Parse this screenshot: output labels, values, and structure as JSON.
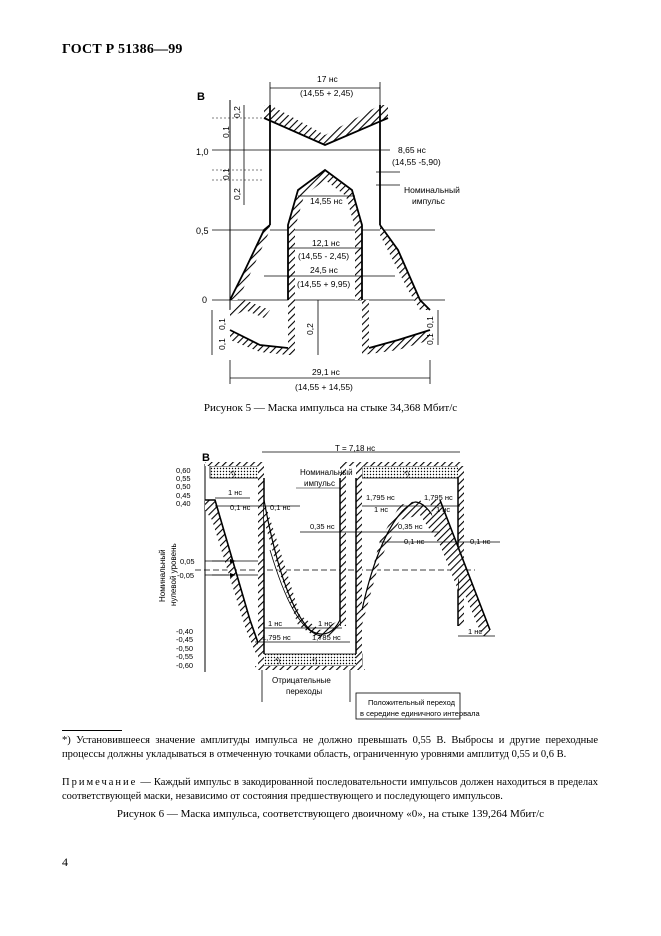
{
  "header": {
    "doc_id": "ГОСТ Р 51386—99"
  },
  "figure5": {
    "axis_v": "В",
    "y_ticks": [
      "1,0",
      "0,5",
      "0"
    ],
    "dims": {
      "top": "17 нс",
      "top_sub": "(14,55 + 2,45)",
      "right": "8,65 нс",
      "right_sub": "(14,55 -5,90)",
      "inner_top": "14,55 нс",
      "mid1": "12,1 нс",
      "mid1_sub": "(14,55 - 2,45)",
      "mid2": "24,5 нс",
      "mid2_sub": "(14,55 + 9,95)",
      "bottom": "29,1 нс",
      "bottom_sub": "(14,55 + 14,55)"
    },
    "left_dims": [
      "0,2",
      "0,1",
      "0,1",
      "0,2"
    ],
    "low_dims": [
      "0,1",
      "0,1",
      "0,2",
      "0,1",
      "0,1"
    ],
    "nominal": [
      "Номинальный",
      "импульс"
    ],
    "caption": "Рисунок 5 — Маска импульса на стыке 34,368 Мбит/с"
  },
  "figure6": {
    "axis_v": "В",
    "period": "T = 7,18 нс",
    "y_ticks": [
      "0,60",
      "0,55",
      "0,50",
      "0,45",
      "0,40",
      "0,05",
      "-0,05",
      "-0,40",
      "-0,45",
      "-0,50",
      "-0,55",
      "-0,60"
    ],
    "y_axis_title": [
      "Номинальный",
      "нулевой уровень"
    ],
    "nominal": [
      "Номинальный",
      "импульс"
    ],
    "marks": {
      "ns1_a": "1 нс",
      "ns01_a": "0,1 нс",
      "ns01_b": "0,1 нс",
      "t1795_a": "1,795 нс",
      "t1795_b": "1,795 нс",
      "ns1_b": "1 нс",
      "ns1_c": "1 нс",
      "ns035_a": "0,35 нс",
      "ns035_b": "0,35 нс",
      "ns01_c": "0,1 нс",
      "ns01_d": "0,1 нс",
      "ns1_d": "1 нс",
      "ns1_e": "1 нс",
      "ns01_e": "0,1 нс",
      "t1795_c": "1,795 нс",
      "t1795_d": "1,785 нс",
      "ns1_f": "1 нс",
      "star": "*)"
    },
    "neg_label": [
      "Отрицательные",
      "переходы"
    ],
    "pos_label": [
      "Положительный переход",
      "в середине единичного интервала"
    ],
    "caption": "Рисунок 6 — Маска импульса, соответствующего двоичному «0», на стыке 139,264 Мбит/с"
  },
  "footnote": "*) Установившееся значение амплитуды импульса не должно превышать 0,55 В. Выбросы и другие переходные процессы должны укладываться в отмеченную точками область, ограниченную уровнями амплитуд 0,55 и 0,6 В.",
  "note_label": "Примечание",
  "note_text": " — Каждый импульс в закодированной последовательности импульсов должен находиться в пределах соответствующей маски, независимо от состояния предшествующего и последующего импульсов.",
  "page_number": "4"
}
